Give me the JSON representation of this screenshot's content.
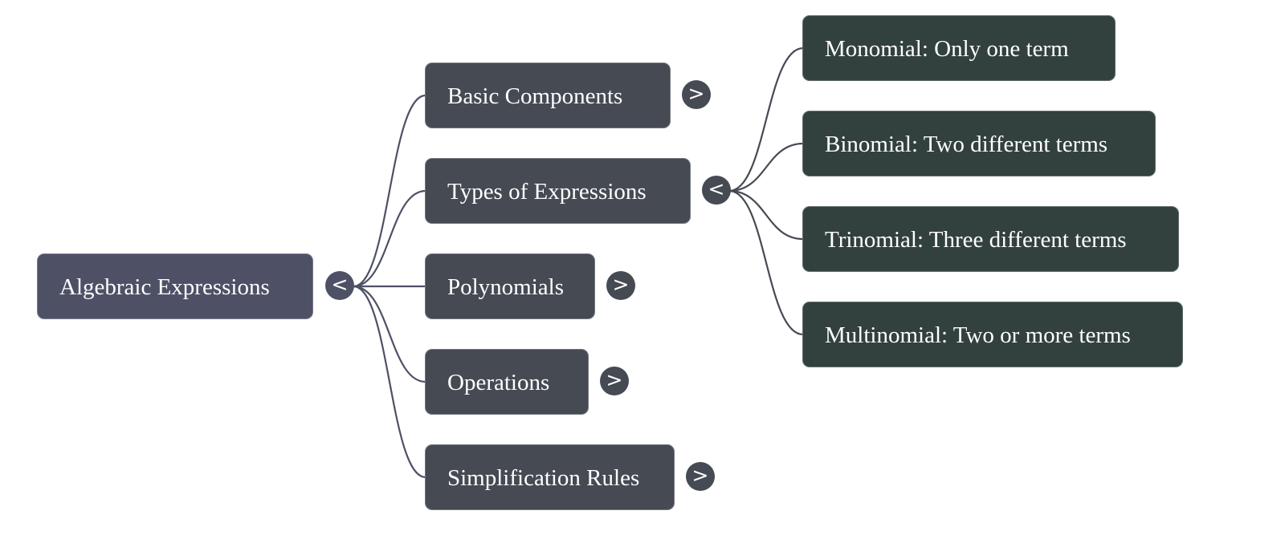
{
  "mindmap": {
    "root": {
      "label": "Algebraic Expressions",
      "toggle": "<",
      "expanded": true
    },
    "branches": [
      {
        "label": "Basic Components",
        "toggle": ">",
        "expanded": false,
        "children": []
      },
      {
        "label": "Types of Expressions",
        "toggle": "<",
        "expanded": true,
        "children": [
          {
            "label": "Monomial: Only one term"
          },
          {
            "label": "Binomial: Two different terms"
          },
          {
            "label": "Trinomial: Three different terms"
          },
          {
            "label": "Multinomial: Two or more terms"
          }
        ]
      },
      {
        "label": "Polynomials",
        "toggle": ">",
        "expanded": false,
        "children": []
      },
      {
        "label": "Operations",
        "toggle": ">",
        "expanded": false,
        "children": []
      },
      {
        "label": "Simplification Rules",
        "toggle": ">",
        "expanded": false,
        "children": []
      }
    ]
  },
  "colors": {
    "root": "#4e5166",
    "level1": "#454a53",
    "level2": "#32413e",
    "link_root": "#4e5166",
    "link_level1": "#454a53"
  }
}
